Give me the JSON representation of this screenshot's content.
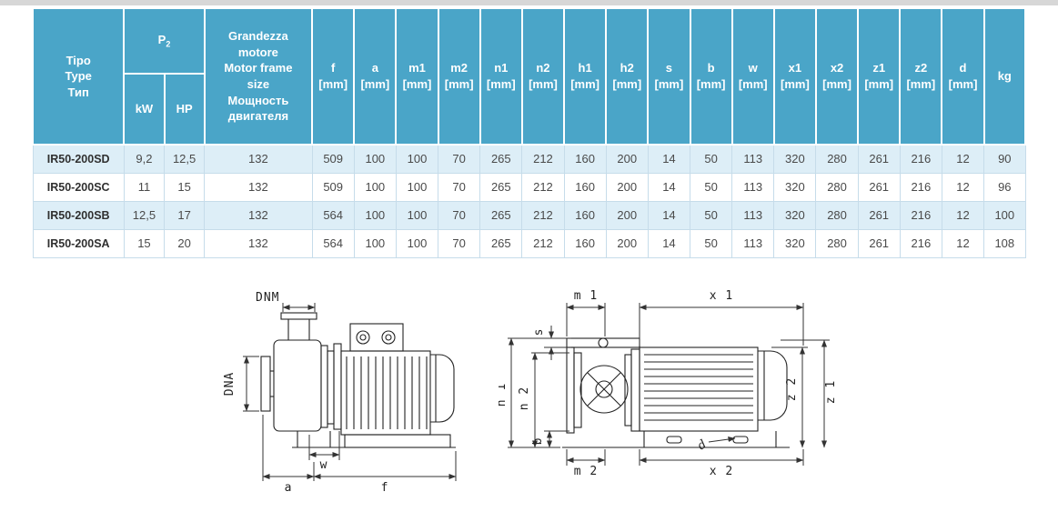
{
  "colors": {
    "header_bg": "#4aa5c8",
    "row_alt_bg": "#ddeef7",
    "cell_border": "#c6dcea"
  },
  "table": {
    "header": {
      "tipo": "Tipo\nType\nТип",
      "p2_label": "P",
      "p2_sub": "2",
      "kw_label": "kW",
      "hp_label": "HP",
      "motor_frame": "Grandezza\nmotore\nMotor frame\nsize\nМощность\nдвигателя",
      "unit": "[mm]",
      "weight_label": "kg",
      "spec_columns": [
        "f",
        "a",
        "m1",
        "m2",
        "n1",
        "n2",
        "h1",
        "h2",
        "s",
        "b",
        "w",
        "x1",
        "x2",
        "z1",
        "z2",
        "d"
      ]
    },
    "rows": [
      {
        "type": "IR50-200SD",
        "kw": "9,2",
        "hp": "12,5",
        "frame": "132",
        "dims": [
          "509",
          "100",
          "100",
          "70",
          "265",
          "212",
          "160",
          "200",
          "14",
          "50",
          "113",
          "320",
          "280",
          "261",
          "216",
          "12"
        ],
        "kg": "90"
      },
      {
        "type": "IR50-200SC",
        "kw": "11",
        "hp": "15",
        "frame": "132",
        "dims": [
          "509",
          "100",
          "100",
          "70",
          "265",
          "212",
          "160",
          "200",
          "14",
          "50",
          "113",
          "320",
          "280",
          "261",
          "216",
          "12"
        ],
        "kg": "96"
      },
      {
        "type": "IR50-200SB",
        "kw": "12,5",
        "hp": "17",
        "frame": "132",
        "dims": [
          "564",
          "100",
          "100",
          "70",
          "265",
          "212",
          "160",
          "200",
          "14",
          "50",
          "113",
          "320",
          "280",
          "261",
          "216",
          "12"
        ],
        "kg": "100"
      },
      {
        "type": "IR50-200SA",
        "kw": "15",
        "hp": "20",
        "frame": "132",
        "dims": [
          "564",
          "100",
          "100",
          "70",
          "265",
          "212",
          "160",
          "200",
          "14",
          "50",
          "113",
          "320",
          "280",
          "261",
          "216",
          "12"
        ],
        "kg": "108"
      }
    ]
  },
  "drawings": {
    "left": {
      "dnm": "DNM",
      "dna": "DNA",
      "w": "w",
      "a": "a",
      "f": "f"
    },
    "right": {
      "m1": "m 1",
      "x1": "x 1",
      "s": "s",
      "n1": "n 1",
      "n2": "n 2",
      "z2": "z 2",
      "z1": "z 1",
      "b": "b",
      "m2": "m 2",
      "x2": "x 2",
      "d": "d"
    }
  }
}
